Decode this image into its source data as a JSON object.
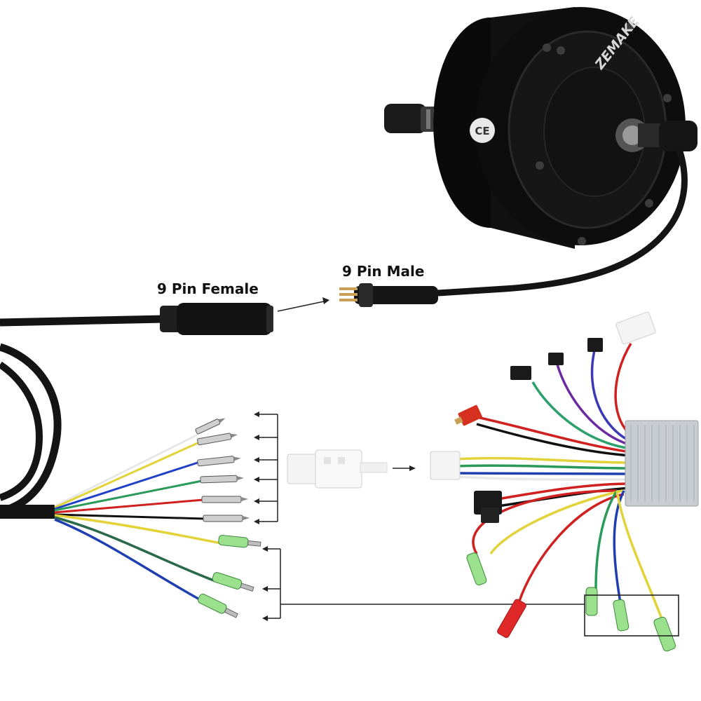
{
  "labels": {
    "female_connector": "9 Pin Female",
    "male_connector": "9 Pin Male"
  },
  "motor": {
    "brand_text": "ZEMAKE",
    "cert_mark": "CE",
    "color": "#0d0d0d"
  },
  "colors": {
    "cable": "#141414",
    "arrow": "#222222",
    "pin_gold": "#c8a058",
    "terminal_green": "#9be08c",
    "terminal_red": "#e02828",
    "controller_silver": "#c9ccd0",
    "connector_white": "#f4f4f4"
  },
  "wires": {
    "phase_wires": [
      "#2a9a5a",
      "#1f3fb0",
      "#e2d33a"
    ],
    "hall_wires": [
      "#f0f0f0",
      "#e2d33a",
      "#2040c8",
      "#2a9a5a",
      "#d02020",
      "#111111"
    ]
  }
}
